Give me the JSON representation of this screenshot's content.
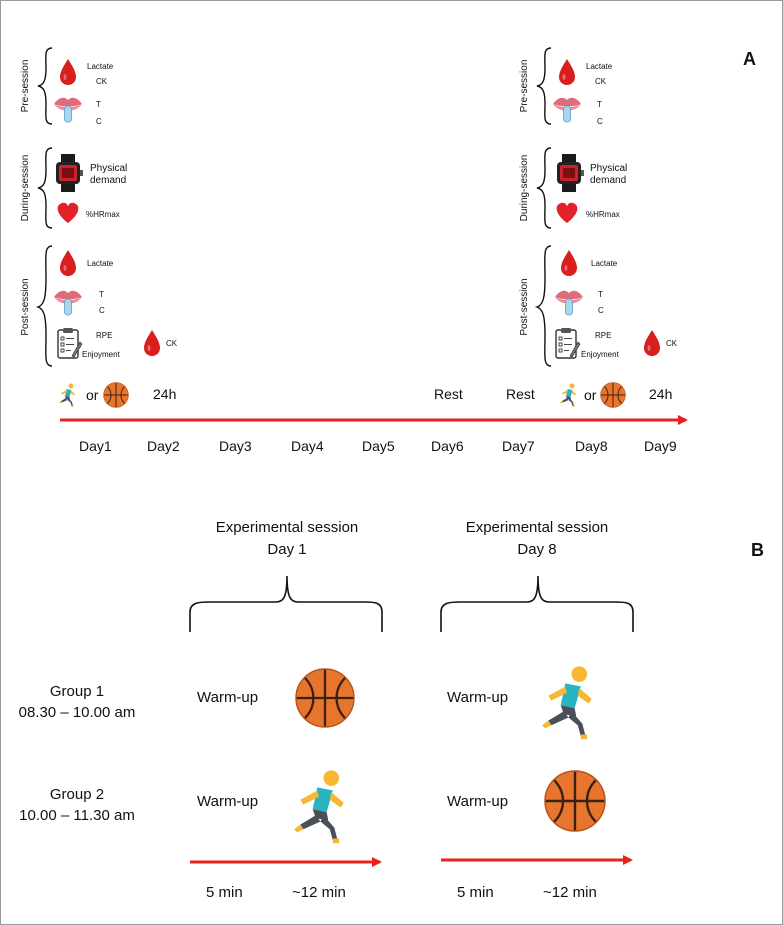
{
  "panel_a": {
    "letter": "A",
    "left_column": {
      "phases": [
        "Pre-session",
        "During-session",
        "Post-session"
      ],
      "pre": {
        "blood_markers": [
          "Lactate",
          "CK"
        ],
        "saliva_markers": [
          "T",
          "C"
        ]
      },
      "during": {
        "watch_label_line1": "Physical",
        "watch_label_line2": "demand",
        "heart_label": "%HRmax"
      },
      "post": {
        "blood_label": "Lactate",
        "saliva_markers": [
          "T",
          "C"
        ],
        "questionnaire": [
          "RPE",
          "Enjoyment"
        ],
        "ck_label": "CK"
      }
    },
    "right_column": {
      "phases": [
        "Pre-session",
        "During-session",
        "Post-session"
      ],
      "pre": {
        "blood_markers": [
          "Lactate",
          "CK"
        ],
        "saliva_markers": [
          "T",
          "C"
        ]
      },
      "during": {
        "watch_label_line1": "Physical",
        "watch_label_line2": "demand",
        "heart_label": "%HRmax"
      },
      "post": {
        "blood_label": "Lactate",
        "saliva_markers": [
          "T",
          "C"
        ],
        "questionnaire": [
          "RPE",
          "Enjoyment"
        ],
        "ck_label": "CK"
      }
    },
    "timeline": {
      "or_text": "or",
      "above": [
        {
          "day": "Day2",
          "text": "24h"
        },
        {
          "day": "Day6",
          "text": "Rest"
        },
        {
          "day": "Day7",
          "text": "Rest"
        },
        {
          "day": "Day9",
          "text": "24h"
        }
      ],
      "days": [
        "Day1",
        "Day2",
        "Day3",
        "Day4",
        "Day5",
        "Day6",
        "Day7",
        "Day8",
        "Day9"
      ]
    }
  },
  "panel_b": {
    "letter": "B",
    "sessions": [
      {
        "title": "Experimental session",
        "day": "Day 1"
      },
      {
        "title": "Experimental session",
        "day": "Day 8"
      }
    ],
    "groups": [
      {
        "name": "Group 1",
        "time": "08.30 – 10.00 am",
        "day1": "basketball",
        "day8": "running"
      },
      {
        "name": "Group 2",
        "time": "10.00 – 11.30 am",
        "day1": "running",
        "day8": "basketball"
      }
    ],
    "warmup_label": "Warm-up",
    "durations": [
      "5 min",
      "~12 min"
    ]
  },
  "colors": {
    "arrow": "#e8201b",
    "blood": "#d91e1e",
    "basketball": "#e8752d",
    "runner_shirt": "#2ab3c0",
    "runner_skin": "#f7b733"
  }
}
